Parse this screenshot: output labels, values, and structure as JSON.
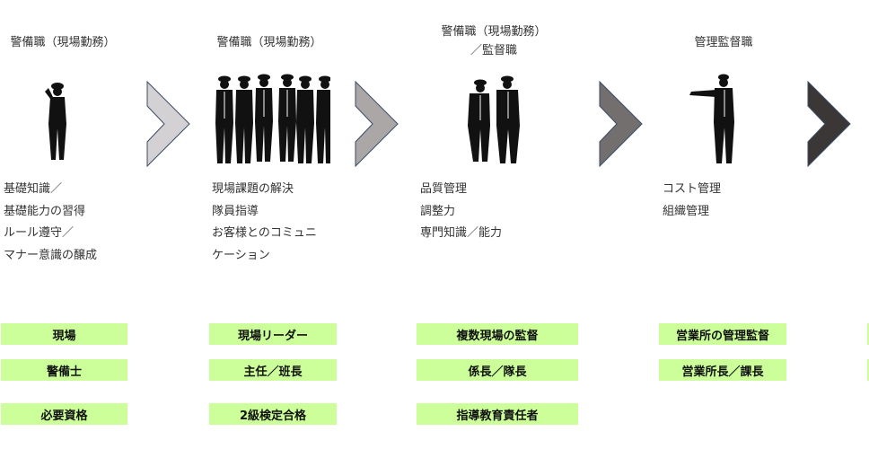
{
  "stages": [
    {
      "title": "警備職（現場勤務）",
      "desc": [
        "基礎知識／",
        "基礎能力の習得",
        "ルール遵守／",
        "マナー意識の醸成"
      ],
      "icon": "single-guard-saluting"
    },
    {
      "title": "警備職（現場勤務）",
      "desc": [
        "現場課題の解決",
        "隊員指導",
        "お客様とのコミュニ",
        "ケーション"
      ],
      "icon": "group-of-guards"
    },
    {
      "title": "警備職（現場勤務）",
      "title2": "／監督職",
      "desc": [
        "品質管理",
        "調整力",
        "専門知識／能力"
      ],
      "icon": "two-guards-talking"
    },
    {
      "title": "管理監督職",
      "desc": [
        "コスト管理",
        "組織管理"
      ],
      "icon": "guard-pointing"
    }
  ],
  "chevron_colors": [
    "#d3d1d3",
    "#aba7a7",
    "#736f6f",
    "#3b3737"
  ],
  "rows": [
    {
      "cells": [
        "現場",
        "現場リーダー",
        "複数現場の監督",
        "営業所の管理監督"
      ]
    },
    {
      "cells": [
        "警備士",
        "主任／班長",
        "係長／隊長",
        "営業所長／課長"
      ]
    },
    {
      "cells": [
        "必要資格",
        "2級検定合格",
        "指導教育責任者"
      ]
    }
  ],
  "box_color": "#ccff99"
}
